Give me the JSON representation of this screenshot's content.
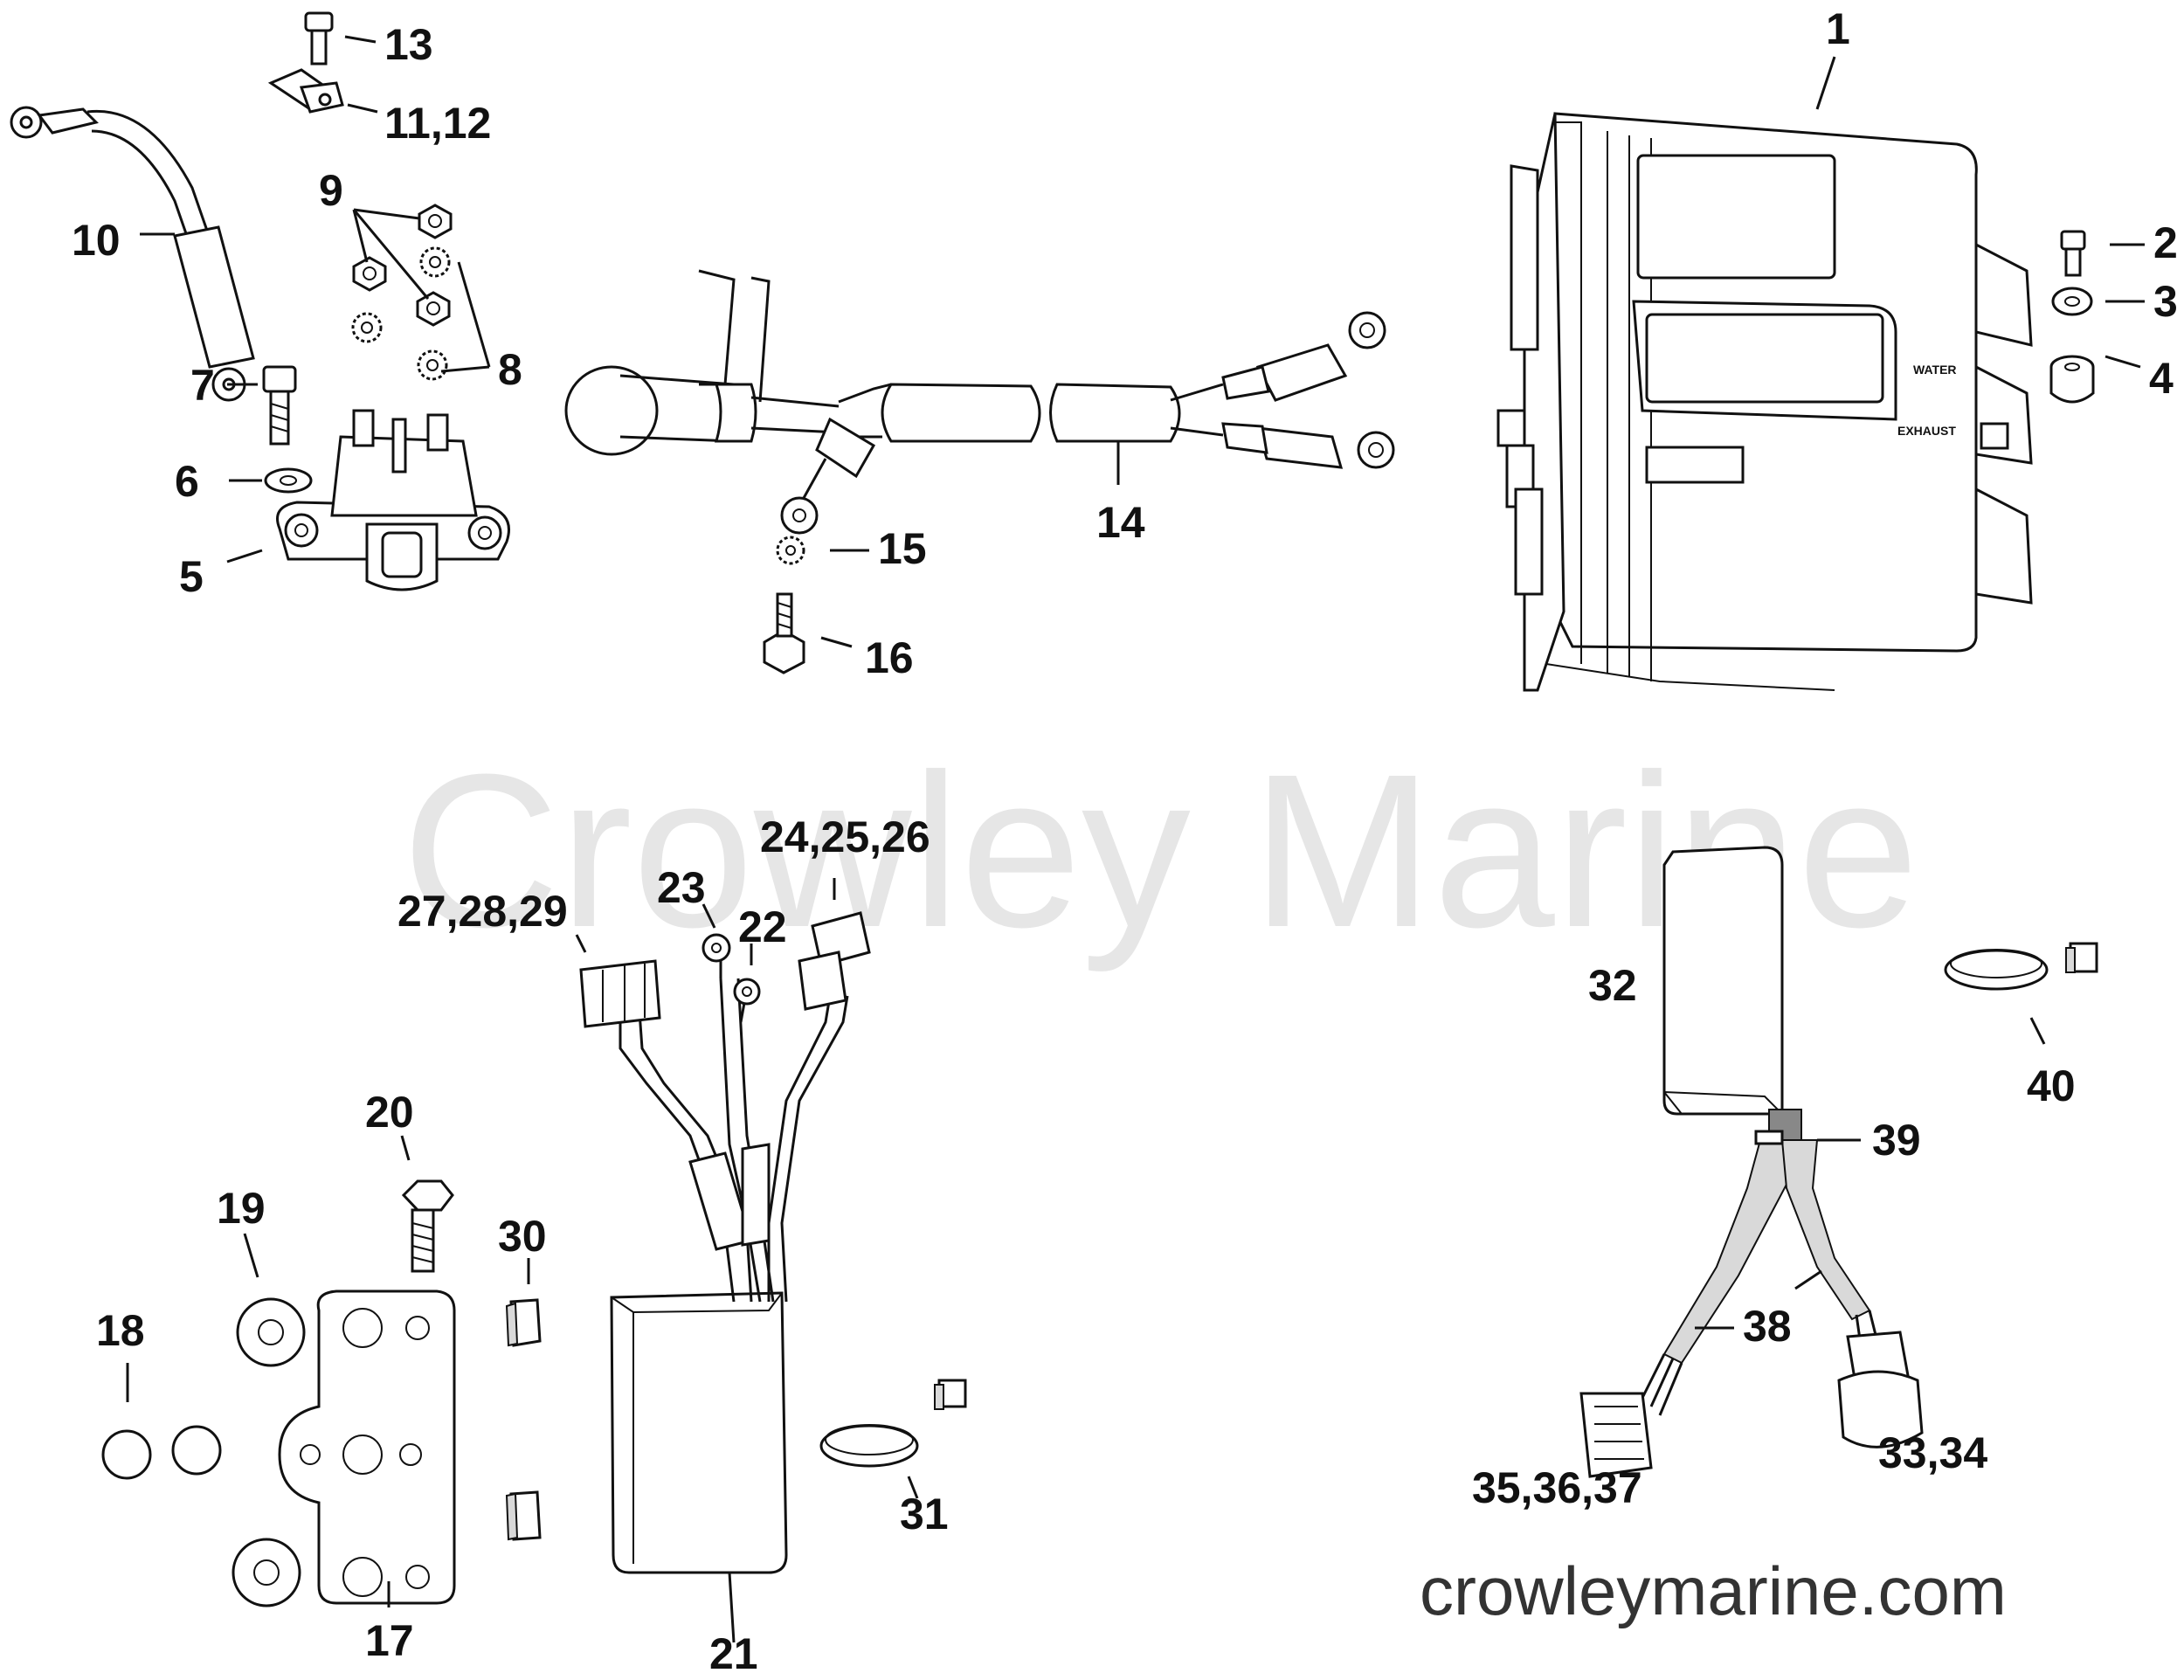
{
  "watermark": "Crowley Marine",
  "website": "crowleymarine.com",
  "module_labels": {
    "water": "WATER",
    "exhaust": "EXHAUST"
  },
  "callouts": {
    "c1": "1",
    "c2": "2",
    "c3": "3",
    "c4": "4",
    "c5": "5",
    "c6": "6",
    "c7": "7",
    "c8": "8",
    "c9": "9",
    "c10": "10",
    "c11_12": "11,12",
    "c13": "13",
    "c14": "14",
    "c15": "15",
    "c16": "16",
    "c17": "17",
    "c18": "18",
    "c19": "19",
    "c20": "20",
    "c21": "21",
    "c22": "22",
    "c23": "23",
    "c24_26": "24,25,26",
    "c27_29": "27,28,29",
    "c30": "30",
    "c31": "31",
    "c32": "32",
    "c33_34": "33,34",
    "c35_37": "35,36,37",
    "c38": "38",
    "c39": "39",
    "c40": "40"
  }
}
